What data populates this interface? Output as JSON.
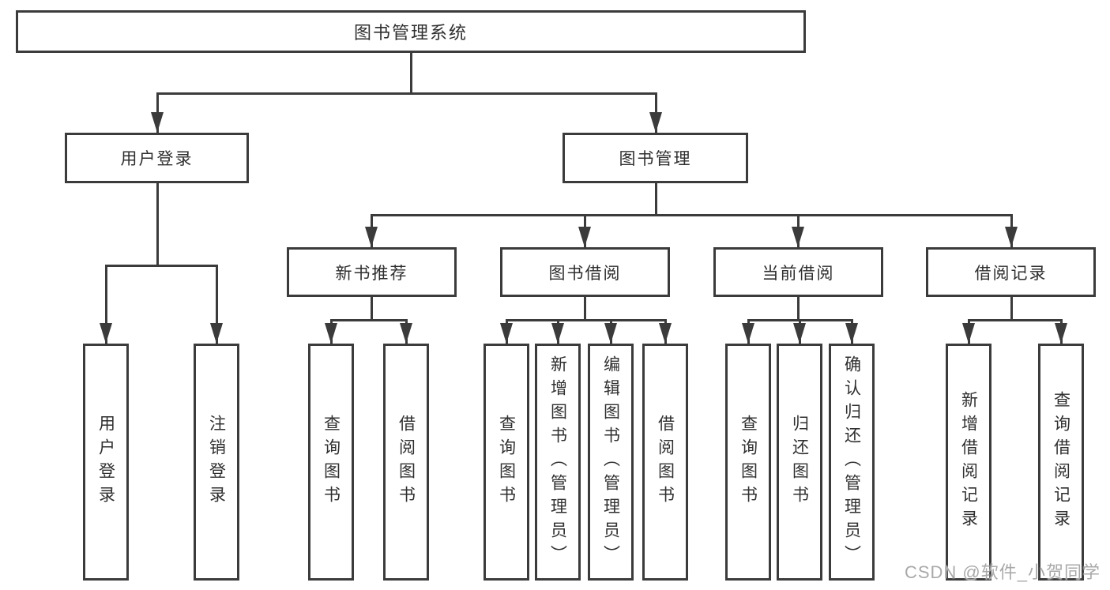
{
  "colors": {
    "line": "#3b3b3b",
    "text": "#2f2f2f",
    "background": "#ffffff",
    "watermark": "#a9a9a9"
  },
  "watermark": {
    "text": "CSDN @软件_小贺同学"
  },
  "diagram": {
    "root": {
      "label": "图书管理系统"
    },
    "level2": [
      {
        "label": "用户登录"
      },
      {
        "label": "图书管理"
      }
    ],
    "level3": [
      {
        "label": "新书推荐"
      },
      {
        "label": "图书借阅"
      },
      {
        "label": "当前借阅"
      },
      {
        "label": "借阅记录"
      }
    ],
    "leaves": {
      "user_login": [
        "用户登录",
        "注销登录"
      ],
      "new_book_recommend": [
        "查询图书",
        "借阅图书"
      ],
      "book_borrow": [
        "查询图书",
        "新增图书（管理员）",
        "编辑图书（管理员）",
        "借阅图书"
      ],
      "current_borrow": [
        "查询图书",
        "归还图书",
        "确认归还（管理员）"
      ],
      "borrow_records": [
        "新增借阅记录",
        "查询借阅记录"
      ]
    }
  }
}
